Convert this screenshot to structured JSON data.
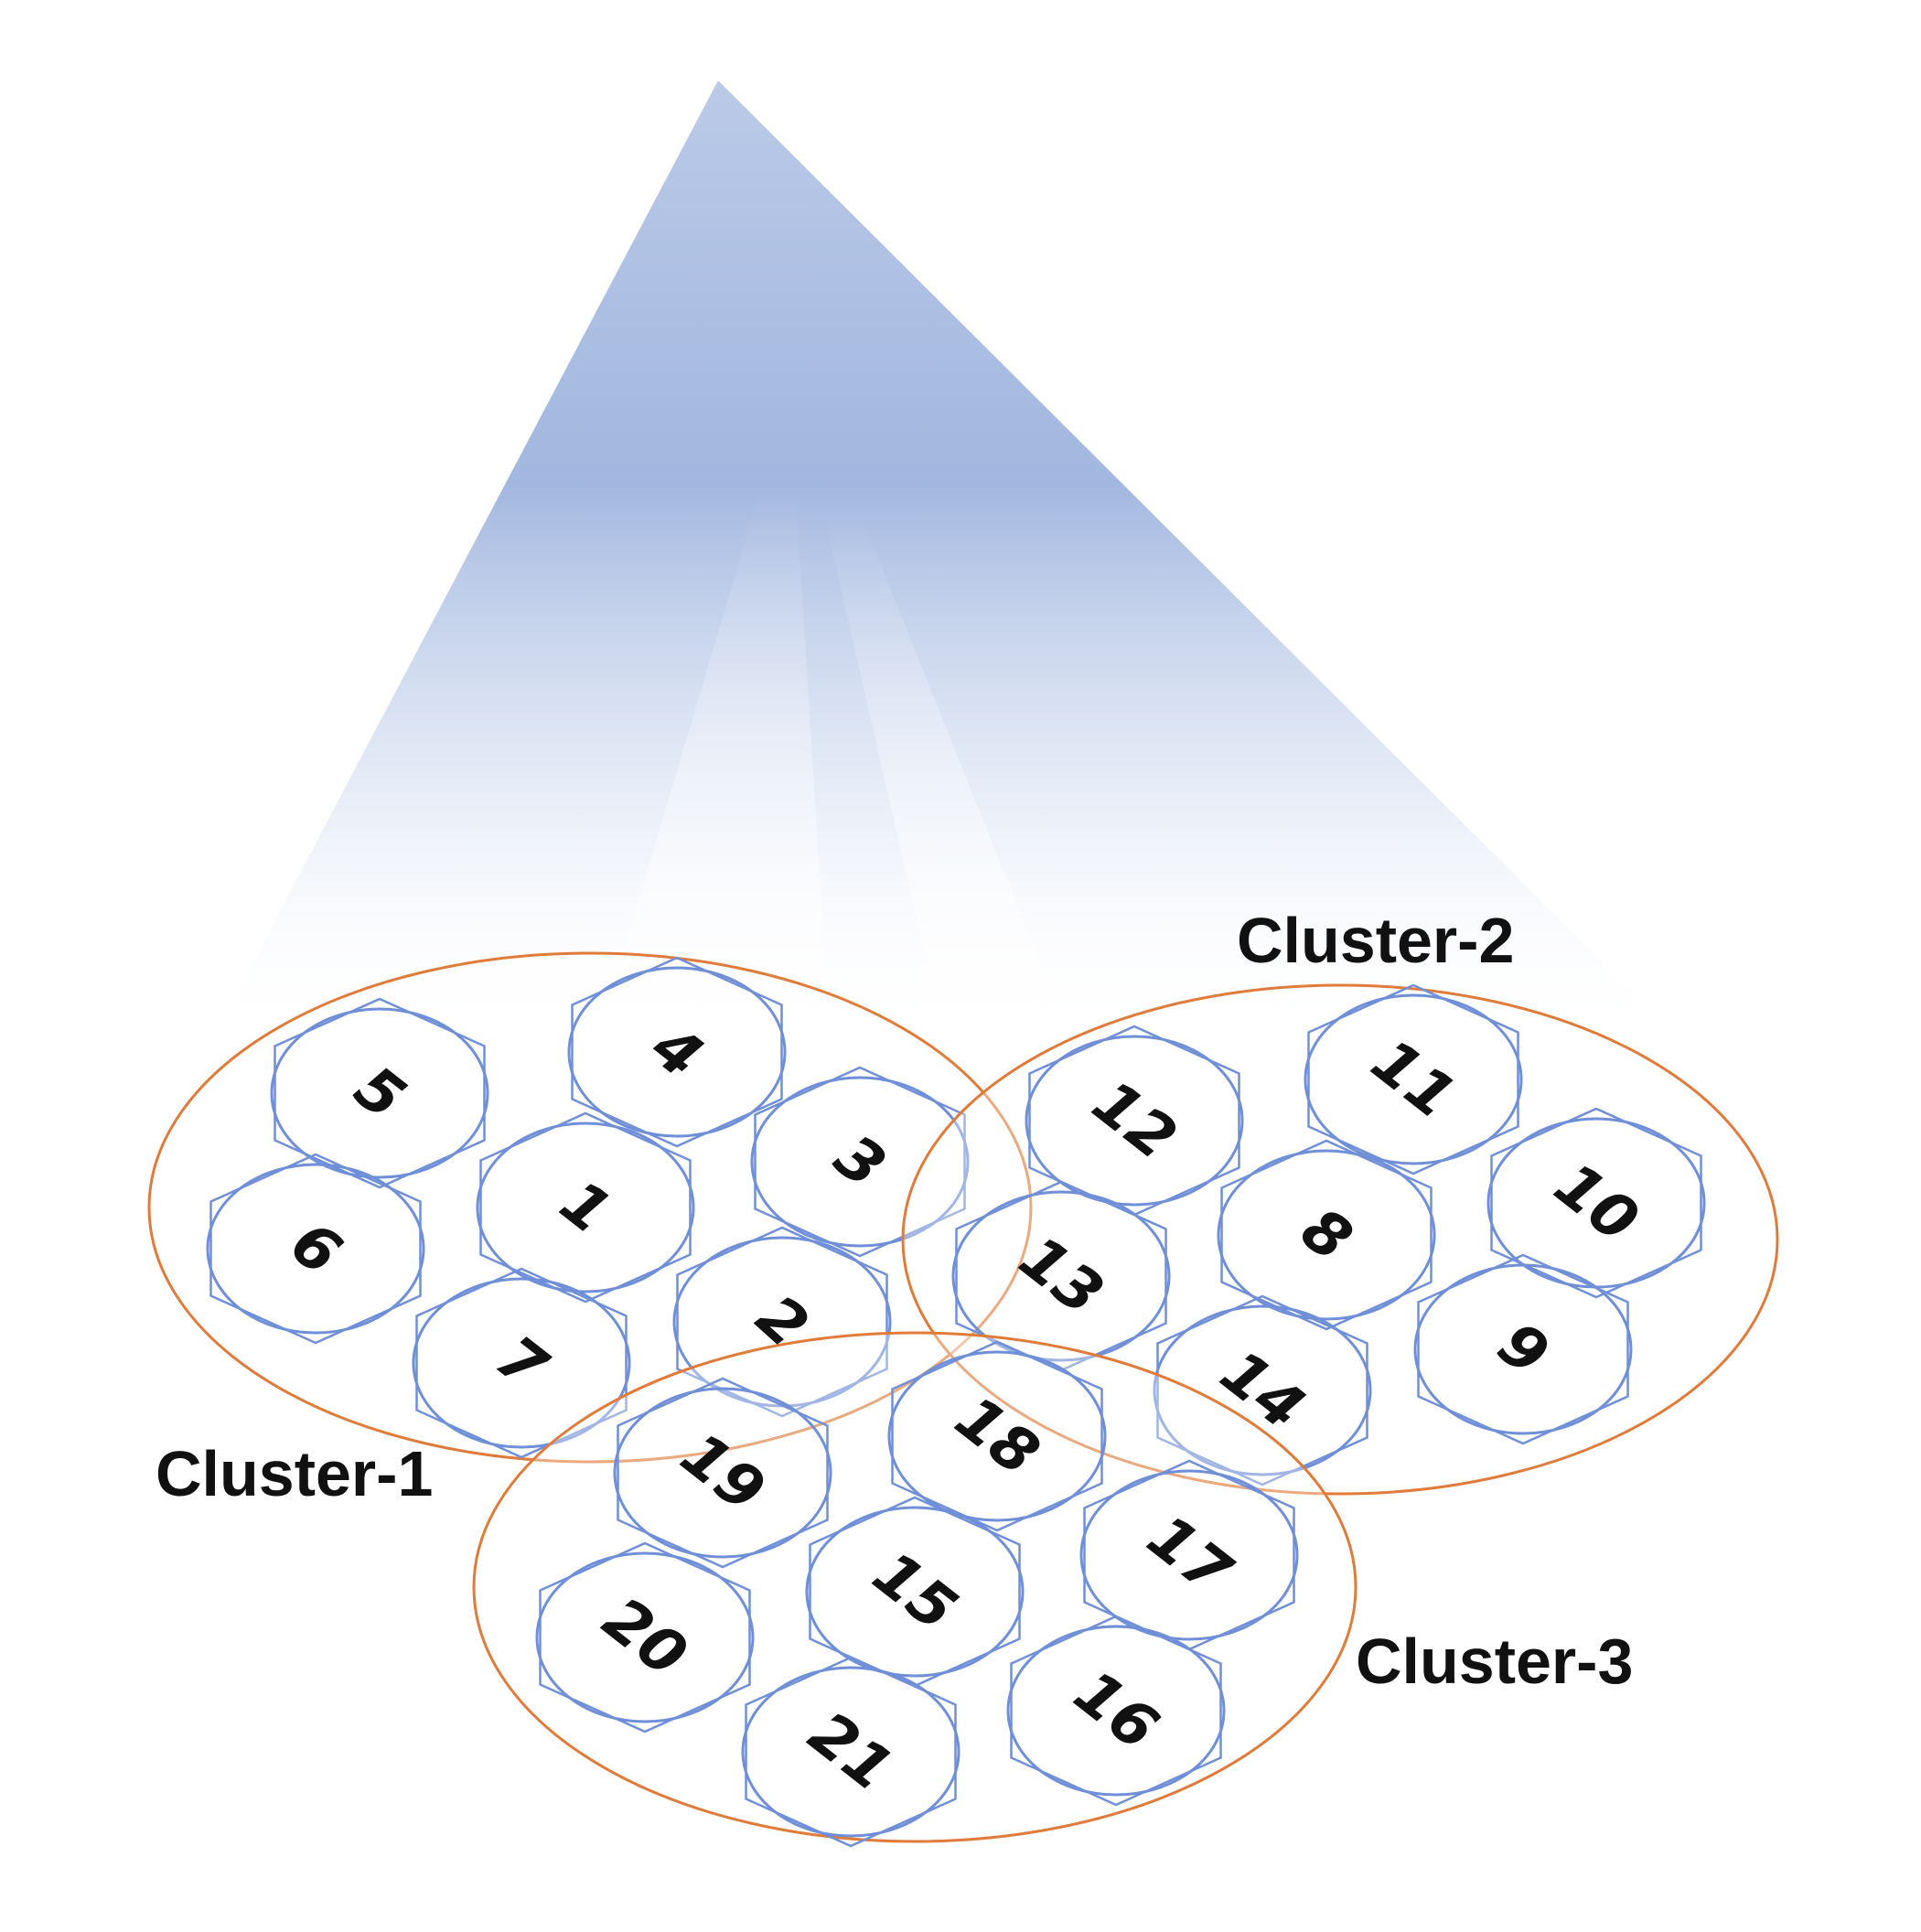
{
  "diagram": {
    "colors": {
      "beam": "#8fa8d8",
      "cell_outline": "#6f8fd8",
      "cluster_outline": "#e07b39",
      "text": "#111111"
    },
    "clusters": [
      {
        "label": "Cluster-1",
        "cells": [
          {
            "number": "1"
          },
          {
            "number": "2"
          },
          {
            "number": "3"
          },
          {
            "number": "4"
          },
          {
            "number": "5"
          },
          {
            "number": "6"
          },
          {
            "number": "7"
          }
        ]
      },
      {
        "label": "Cluster-2",
        "cells": [
          {
            "number": "8"
          },
          {
            "number": "9"
          },
          {
            "number": "10"
          },
          {
            "number": "11"
          },
          {
            "number": "12"
          },
          {
            "number": "13"
          },
          {
            "number": "14"
          }
        ]
      },
      {
        "label": "Cluster-3",
        "cells": [
          {
            "number": "15"
          },
          {
            "number": "16"
          },
          {
            "number": "17"
          },
          {
            "number": "18"
          },
          {
            "number": "19"
          },
          {
            "number": "20"
          },
          {
            "number": "21"
          }
        ]
      }
    ]
  }
}
